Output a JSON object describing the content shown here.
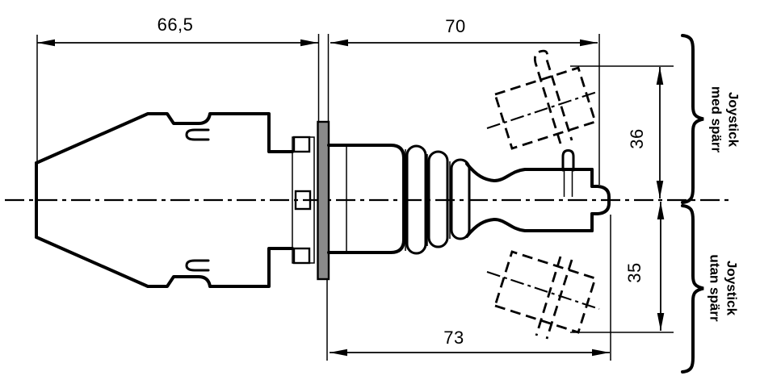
{
  "drawing": {
    "dimensions": {
      "rear_length": "66,5",
      "front_length_locked": "70",
      "front_length_unlocked": "73",
      "upper_deflection": "36",
      "lower_deflection": "35"
    },
    "variant_labels": {
      "upper": {
        "line1": "Joystick",
        "line2": "med spärr"
      },
      "lower": {
        "line1": "Joystick",
        "line2": "utan spärr"
      }
    },
    "colors": {
      "line": "#000000",
      "panel_fill": "#8a8a8a",
      "background": "#ffffff"
    }
  }
}
